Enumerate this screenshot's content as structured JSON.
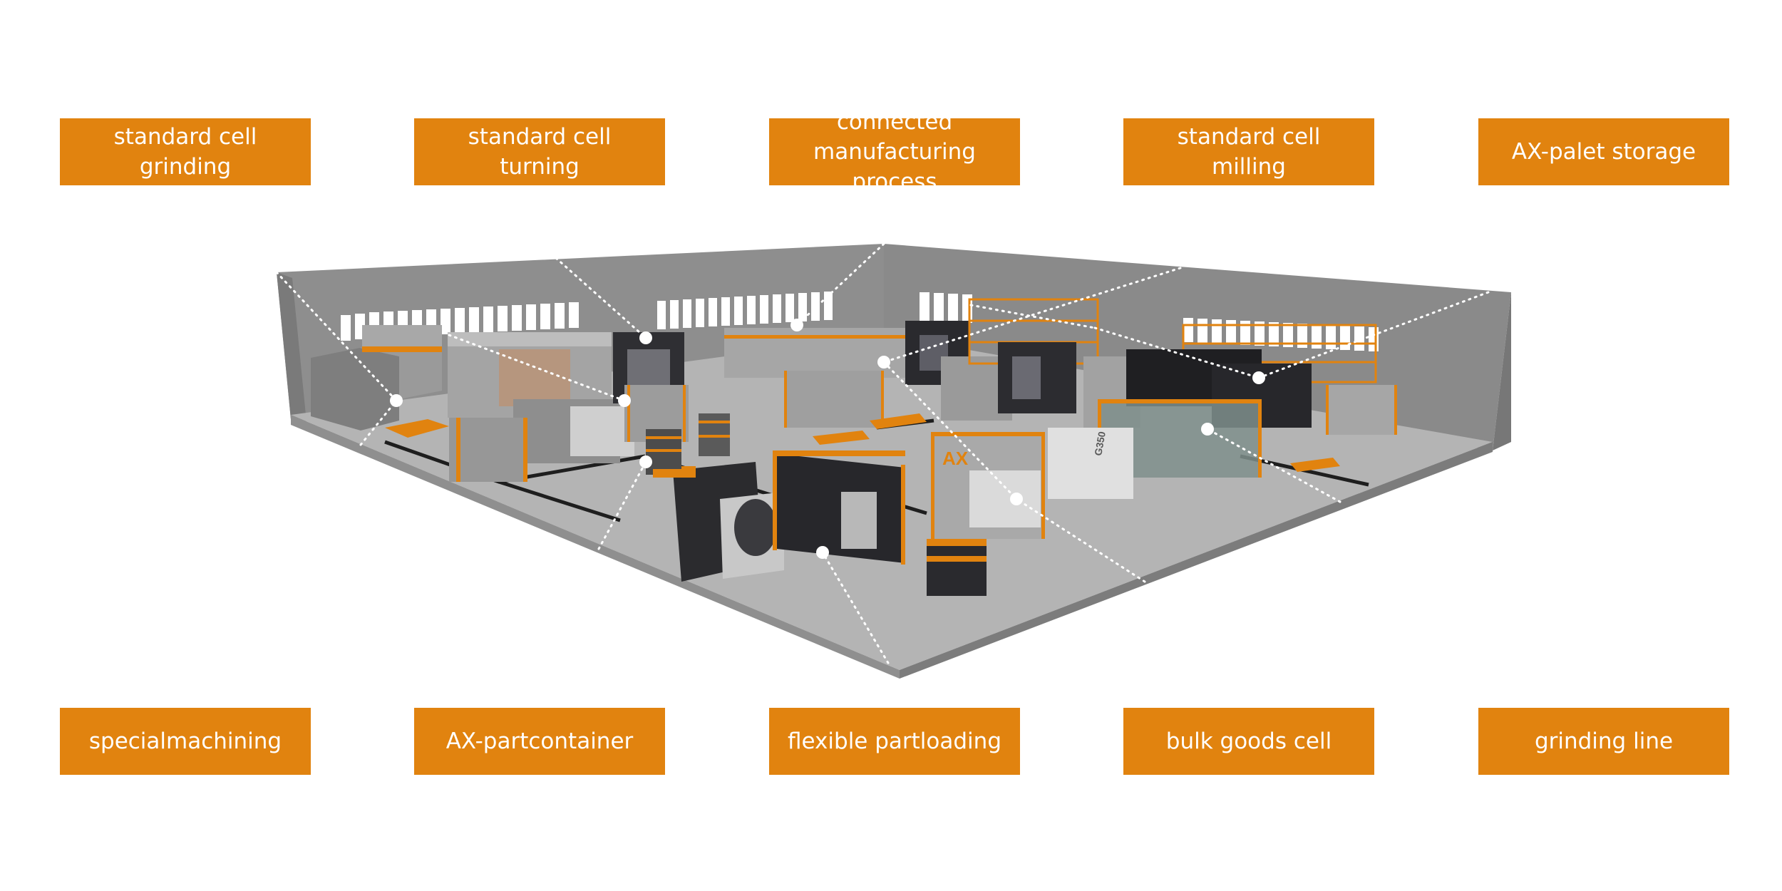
{
  "top_labels": [
    {
      "line1": "standard cell",
      "line2": "grinding"
    },
    {
      "line1": "standard cell",
      "line2": "turning"
    },
    {
      "line1": "connected",
      "line2": "manufacturing process"
    },
    {
      "line1": "standard cell",
      "line2": "milling"
    },
    {
      "line1": "AX-palet storage",
      "line2": ""
    }
  ],
  "bottom_labels": [
    {
      "line1": "specialmachining"
    },
    {
      "line1": "AX-partcontainer"
    },
    {
      "line1": "flexible partloading"
    },
    {
      "line1": "bulk goods cell"
    },
    {
      "line1": "grinding line"
    }
  ],
  "machine_logos": {
    "ax_logo": "AX",
    "machine_model": "G350"
  },
  "colors": {
    "accent": "#E1830F",
    "floor": "#B4B4B4",
    "wall": "#8C8C8C",
    "machine_dark": "#2B2B2E"
  }
}
